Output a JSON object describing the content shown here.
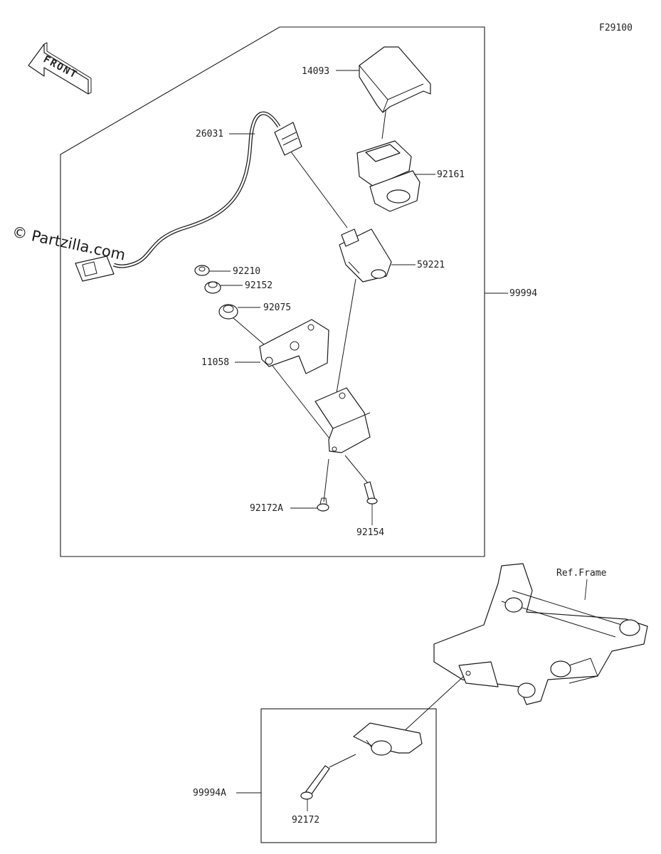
{
  "diagram": {
    "figure_code": "F29100",
    "watermark": "© Partzilla.com",
    "direction_label": "FRONT",
    "reference_label": "Ref.Frame",
    "part_labels": {
      "p14093": "14093",
      "p26031": "26031",
      "p92161": "92161",
      "p59221": "59221",
      "p92210": "92210",
      "p92152": "92152",
      "p92075": "92075",
      "p11058": "11058",
      "p99994": "99994",
      "p92172A": "92172A",
      "p92154": "92154",
      "p99994A": "99994A",
      "p92172": "92172"
    }
  }
}
